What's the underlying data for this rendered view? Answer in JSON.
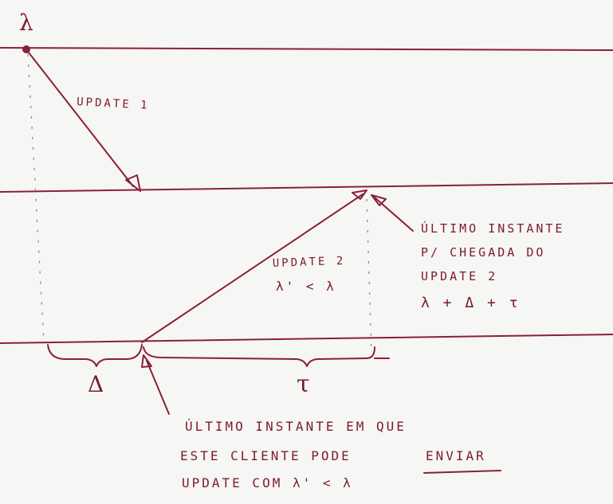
{
  "labels": {
    "top_symbol": "λ",
    "update1": "UPDATE 1",
    "update2_line1": "UPDATE 2",
    "update2_line2": "λ' < λ",
    "last_arrival_line1": "ÚLTIMO INSTANTE",
    "last_arrival_line2": "P/ CHEGADA DO",
    "last_arrival_line3": "UPDATE 2",
    "last_arrival_line4": "λ + Δ + τ",
    "delta": "Δ",
    "tau": "τ",
    "last_send_line1": "ÚLTIMO INSTANTE EM QUE",
    "last_send_line2a": "ESTE CLIENTE PODE",
    "last_send_line2b": "ENVIAR",
    "last_send_line3": "UPDATE COM λ' < λ"
  },
  "colors": {
    "ink": "#8a1f3a",
    "paper": "#f6f6f4",
    "guide": "#9a8f90"
  }
}
